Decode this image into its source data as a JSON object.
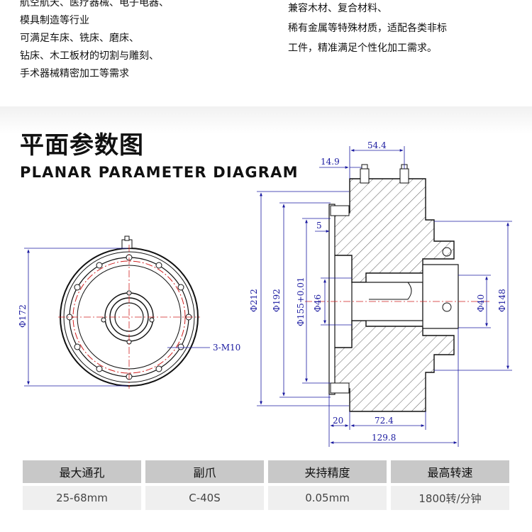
{
  "intro": {
    "left_lines": [
      "航空航天、医疗器械、电子电器、",
      "模具制造等行业",
      "可满足车床、铣床、磨床、",
      "钻床、木工板材的切割与雕刻、",
      "手术器械精密加工等需求"
    ],
    "right_lines": [
      "兼容木材、复合材料、",
      "稀有金属等特殊材质，适配各类非标",
      "工件，精准满足个性化加工需求。"
    ]
  },
  "section": {
    "title_cn": "平面参数图",
    "title_en": "PLANAR PARAMETER DIAGRAM"
  },
  "drawing": {
    "front_dims": {
      "outer_dia": "Φ172",
      "holes": "3-M10"
    },
    "side_dims": {
      "d212": "Φ212",
      "d192": "Φ192",
      "d155": "Φ155+0.01",
      "d46": "Φ46",
      "d40": "Φ40",
      "d148": "Φ148",
      "w54": "54.4",
      "w14": "14.9",
      "w5": "5",
      "w20": "20",
      "w72": "72.4",
      "w129": "129.8"
    },
    "line_color": "#1a1aa0"
  },
  "specs": {
    "headers": [
      "最大通孔",
      "副爪",
      "夹持精度",
      "最高转速"
    ],
    "values": [
      "25-68mm",
      "C-40S",
      "0.05mm",
      "1800转/分钟"
    ]
  }
}
